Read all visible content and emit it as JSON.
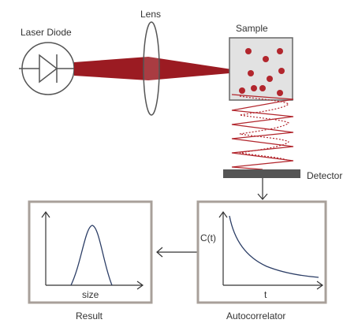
{
  "labels": {
    "laser_diode": "Laser Diode",
    "lens": "Lens",
    "sample": "Sample",
    "detector": "Detector",
    "result": "Result",
    "autocorrelator": "Autocorrelator",
    "size_axis": "size",
    "t_axis": "t",
    "ct_axis": "C(t)"
  },
  "colors": {
    "beam": "#9b1b22",
    "particle": "#b2262d",
    "sample_fill": "#e2e2e2",
    "sample_border": "#666666",
    "panel_border": "#a8a09a",
    "curve": "#2c3e66",
    "detector": "#555555"
  },
  "icons": {
    "laser_diode": "diode-symbol-icon",
    "lens": "convex-lens-icon",
    "arrow_down": "arrow-down-icon",
    "arrow_left": "arrow-left-icon"
  }
}
